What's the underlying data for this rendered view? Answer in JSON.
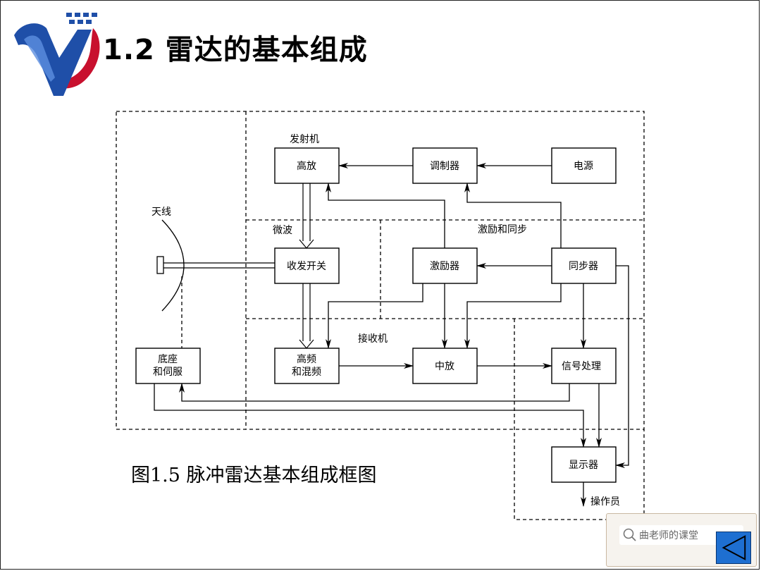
{
  "slide": {
    "title": "1.2 雷达的基本组成",
    "caption": "图1.5 脉冲雷达基本组成框图"
  },
  "regions": {
    "transmitter": "发射机",
    "microwave": "微波",
    "excitation_sync": "激励和同步",
    "receiver": "接收机",
    "antenna": "天线",
    "operator": "操作员"
  },
  "blocks": {
    "high_power_amp": "高放",
    "modulator": "调制器",
    "power_supply": "电源",
    "duplexer": "收发开关",
    "exciter": "激励器",
    "synchronizer": "同步器",
    "rf_mixer_line1": "高频",
    "rf_mixer_line2": "和混频",
    "if_amp": "中放",
    "signal_processor": "信号处理",
    "pedestal_line1": "底座",
    "pedestal_line2": "和伺服",
    "display": "显示器"
  },
  "watermark": {
    "search_text": "曲老师的课堂"
  },
  "colors": {
    "logo_blue": "#1f4fa8",
    "logo_red": "#c8102e",
    "nav_blue": "#1e6fd1"
  }
}
